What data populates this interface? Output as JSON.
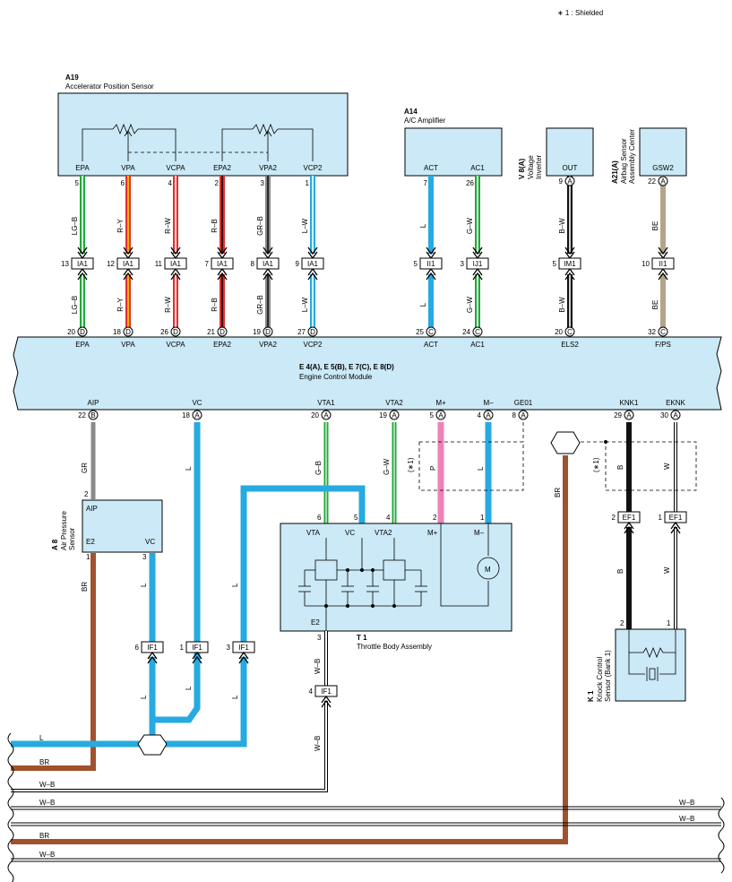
{
  "note": "∗ 1 : Shielded",
  "colors": {
    "blue": "#27aae1",
    "green": "#22a83a",
    "red": "#e03030",
    "yellow": "#f5d000",
    "gray": "#8a8a8a",
    "pink": "#ee82b8",
    "brown": "#a0522d",
    "tan": "#b5a48a",
    "black": "#111111",
    "box": "#cbe9f6"
  },
  "shield_mark": "(∗1)",
  "shield_wire": "GE01",
  "components": {
    "a19": {
      "code": "A19",
      "name": "Accelerator Position Sensor"
    },
    "a14": {
      "code": "A14",
      "name": "A/C Amplifier"
    },
    "v8": {
      "code": "V 8(A)",
      "name": "Voltage Inverter"
    },
    "a21": {
      "code": "A21(A)",
      "name": "Airbag Sensor Assembly Center"
    },
    "ecm": {
      "code": "E 4(A), E 5(B), E 7(C), E 8(D)",
      "name": "Engine Control Module"
    },
    "a8": {
      "code": "A 8",
      "name": "Air Pressure Sensor"
    },
    "t1": {
      "code": "T 1",
      "name": "Throttle Body Assembly"
    },
    "k1": {
      "code": "K 1",
      "name": "Knock Control Sensor (Bank 1)"
    }
  },
  "top_wires": [
    {
      "pin_label": "EPA",
      "sensor_pin": "5",
      "wire": "LG–B",
      "conn": "IA1",
      "conn_pin": "13",
      "ecm_pin": "20",
      "ecm_conn": "D",
      "ecm_label": "EPA"
    },
    {
      "pin_label": "VPA",
      "sensor_pin": "6",
      "wire": "R–Y",
      "conn": "IA1",
      "conn_pin": "12",
      "ecm_pin": "18",
      "ecm_conn": "D",
      "ecm_label": "VPA"
    },
    {
      "pin_label": "VCPA",
      "sensor_pin": "4",
      "wire": "R–W",
      "conn": "IA1",
      "conn_pin": "11",
      "ecm_pin": "26",
      "ecm_conn": "D",
      "ecm_label": "VCPA"
    },
    {
      "pin_label": "EPA2",
      "sensor_pin": "2",
      "wire": "R–B",
      "conn": "IA1",
      "conn_pin": "7",
      "ecm_pin": "21",
      "ecm_conn": "D",
      "ecm_label": "EPA2"
    },
    {
      "pin_label": "VPA2",
      "sensor_pin": "3",
      "wire": "GR–B",
      "conn": "IA1",
      "conn_pin": "8",
      "ecm_pin": "19",
      "ecm_conn": "D",
      "ecm_label": "VPA2"
    },
    {
      "pin_label": "VCP2",
      "sensor_pin": "1",
      "wire": "L–W",
      "conn": "IA1",
      "conn_pin": "9",
      "ecm_pin": "27",
      "ecm_conn": "D",
      "ecm_label": "VCP2"
    },
    {
      "pin_label": "ACT",
      "sensor_pin": "7",
      "wire": "L",
      "conn": "II1",
      "conn_pin": "5",
      "ecm_pin": "25",
      "ecm_conn": "C",
      "ecm_label": "ACT"
    },
    {
      "pin_label": "AC1",
      "sensor_pin": "26",
      "wire": "G–W",
      "conn": "IJ1",
      "conn_pin": "3",
      "ecm_pin": "24",
      "ecm_conn": "C",
      "ecm_label": "AC1"
    },
    {
      "pin_label": "OUT",
      "sensor_pin": "9",
      "sensor_conn": "A",
      "wire": "B–W",
      "conn": "IM1",
      "conn_pin": "5",
      "ecm_pin": "20",
      "ecm_conn": "C",
      "ecm_label": "ELS2"
    },
    {
      "pin_label": "GSW2",
      "sensor_pin": "22",
      "sensor_conn": "A",
      "wire": "BE",
      "conn": "II1",
      "conn_pin": "10",
      "ecm_pin": "32",
      "ecm_conn": "C",
      "ecm_label": "F/PS"
    }
  ],
  "ecm_bottom": [
    {
      "label": "AIP",
      "pin": "22",
      "conn": "B"
    },
    {
      "label": "VC",
      "pin": "18",
      "conn": "A"
    },
    {
      "label": "VTA1",
      "pin": "20",
      "conn": "A"
    },
    {
      "label": "VTA2",
      "pin": "19",
      "conn": "A"
    },
    {
      "label": "M+",
      "pin": "5",
      "conn": "A"
    },
    {
      "label": "M–",
      "pin": "4",
      "conn": "A"
    },
    {
      "label": "GE01",
      "pin": "8",
      "conn": "A"
    },
    {
      "label": "KNK1",
      "pin": "29",
      "conn": "A"
    },
    {
      "label": "EKNK",
      "pin": "30",
      "conn": "A"
    }
  ],
  "a8_pins": {
    "aip": "AIP",
    "e2": "E2",
    "vc": "VC",
    "p2": "2",
    "p1": "1",
    "p3": "3"
  },
  "t1_pins": {
    "vta": "VTA",
    "vc": "VC",
    "vta2": "VTA2",
    "mplus": "M+",
    "mminus": "M–",
    "e2": "E2",
    "p6": "6",
    "p5": "5",
    "p4": "4",
    "p2": "2",
    "p1": "1",
    "p3": "3",
    "motor": "M"
  },
  "k1_pins": {
    "p2": "2",
    "p1": "1"
  },
  "lower_connectors": [
    {
      "name": "IF1",
      "pin": "6"
    },
    {
      "name": "IF1",
      "pin": "1"
    },
    {
      "name": "IF1",
      "pin": "3"
    },
    {
      "name": "IF1",
      "pin": "4"
    },
    {
      "name": "EF1",
      "pin": "2"
    },
    {
      "name": "EF1",
      "pin": "1"
    }
  ],
  "wire_labels": {
    "gr": "GR",
    "br": "BR",
    "l": "L",
    "gb": "G–B",
    "gw": "G–W",
    "p": "P",
    "b": "B",
    "w": "W",
    "wb": "W–B"
  },
  "bus_labels": [
    "L",
    "BR",
    "W–B",
    "W–B",
    "BR",
    "W–B"
  ],
  "bus_right_labels": [
    "W–B",
    "W–B"
  ]
}
